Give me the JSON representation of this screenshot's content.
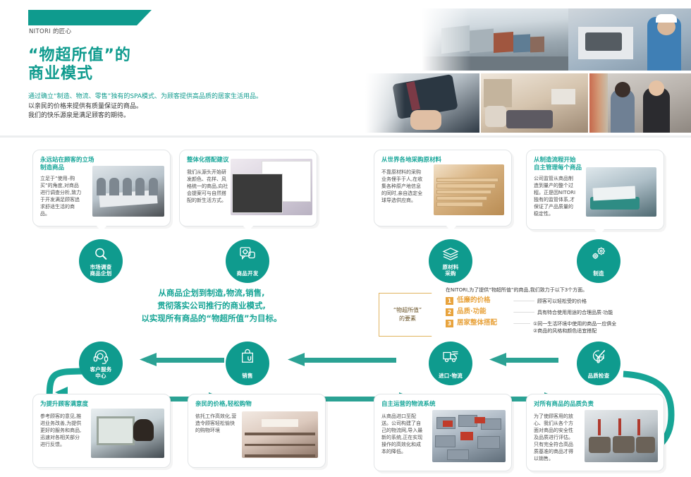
{
  "header": {
    "kicker": "NITORI 的匠心",
    "title_line1": "“物超所值”的",
    "title_line2": "商业模式",
    "lead_line1_em": "通过确立“制造、物流、零售”独有的SPA模式、为顾客提供高品质的居家生活用品。",
    "lead_line2": "以亲民的价格来提供有质量保证的商品。",
    "lead_line3": "我们的快乐源泉是满足顾客的期待。",
    "accent_color": "#0f9b8e",
    "photos": [
      {
        "name": "container-trucks-photo"
      },
      {
        "name": "factory-worker-photo"
      },
      {
        "name": "hands-assembly-photo"
      },
      {
        "name": "showroom-interior-photo"
      },
      {
        "name": "customer-service-photo"
      }
    ]
  },
  "center_message": {
    "line1": "从商品企划到制造,物流,销售,",
    "line2": "贯彻落实公司推行的商业模式,",
    "line3": "以实现所有商品的“物超所值”为目标。"
  },
  "nodes": [
    {
      "id": "market-research",
      "icon": "magnifier-icon",
      "label_line1": "市场调查",
      "label_line2": "商品企划"
    },
    {
      "id": "product-development",
      "icon": "gear-chat-icon",
      "label_line1": "商品开发",
      "label_line2": ""
    },
    {
      "id": "raw-material",
      "icon": "layers-icon",
      "label_line1": "原材料",
      "label_line2": "采购"
    },
    {
      "id": "manufacturing",
      "icon": "gears-icon",
      "label_line1": "制造",
      "label_line2": ""
    },
    {
      "id": "quality-check",
      "icon": "check-thumb-icon",
      "label_line1": "品质检查",
      "label_line2": ""
    },
    {
      "id": "import-logistics",
      "icon": "truck-icon",
      "label_line1": "进口·物流",
      "label_line2": ""
    },
    {
      "id": "sales",
      "icon": "shopping-bag-icon",
      "label_line1": "销售",
      "label_line2": ""
    },
    {
      "id": "customer-service",
      "icon": "headset-icon",
      "label_line1": "客户服务",
      "label_line2": "中心"
    }
  ],
  "cards_top": [
    {
      "id": "card-market-research",
      "title_line1": "永远站在顾客的立场",
      "title_line2": "制造商品",
      "body": "立足于“使用–购买”的角度,对商品进行调查分析,致力于开发满足顾客追求舒适生活的商品。",
      "photo": "meeting-room-photo"
    },
    {
      "id": "card-product-development",
      "title_line1": "整体化搭配建议",
      "title_line2": "",
      "body": "我们从源头开始研发颜色、花样、风格统一的商品,向社会提案可与自然搭配的新生活方式。",
      "photo": "catalog-layout-photo"
    },
    {
      "id": "card-raw-material",
      "title_line1": "从世界各地采购原材料",
      "title_line2": "",
      "body": "不靠原材料的采购业务俚手于人,在收集各种原产地信息的同时,亲自选定全球导选供应商。",
      "photo": "lumber-stack-photo"
    },
    {
      "id": "card-manufacturing",
      "title_line1": "从制造流程开始",
      "title_line2": "自主管理每个商品",
      "body": "公司监管从商品制造到量产的整个过程。正是因NITORI独有的监管体系,才保证了产品质量的稳定性。",
      "photo": "factory-line-photo"
    }
  ],
  "cards_bottom": [
    {
      "id": "card-customer-service",
      "title_line1": "为提升顾客满意度",
      "title_line2": "",
      "body": "参考顾客的意见,推进业务改善,为提供更好的服务和商品,迅速对各相关部分进行反馈。",
      "photo": "call-center-photo"
    },
    {
      "id": "card-sales",
      "title_line1": "亲民的价格,轻松购物",
      "title_line2": "",
      "body": "依托工作高效化,营造令顾客轻松愉快的购物环境",
      "photo": "nitori-store-photo"
    },
    {
      "id": "card-logistics",
      "title_line1": "自主运营的物流系统",
      "title_line2": "",
      "body": "从商品进口至配送。公司构建了自己的物流网,导入最新的系统,正在实现操作的高效化和成本的降低。",
      "photo": "warehouse-sorting-photo"
    },
    {
      "id": "card-quality",
      "title_line1": "对所有商品的品质负责",
      "title_line2": "",
      "body": "为了使顾客用的放心、我们从各个方面对商品的安全性及品质进行评估。只有完全符合高品质基准的商品才得以销售。",
      "photo": "sofa-testing-photo"
    }
  ],
  "value_callout": {
    "line1": "“物超所值”",
    "line2": "的要素",
    "border_color": "#e0b45e"
  },
  "value_list": {
    "heading": "在NITORI,为了提供“物超所值”的商品,我们致力于以下3个方面。",
    "accent_color": "#e8a33d",
    "items": [
      {
        "num": "1",
        "label": "低廉的价格",
        "dashes": "—————",
        "desc_line1": "顾客可以轻松受的价格",
        "desc_line2": ""
      },
      {
        "num": "2",
        "label": "品质·功能",
        "dashes": "—————",
        "desc_line1": "具有特合使用用途的合理品质·功能",
        "desc_line2": ""
      },
      {
        "num": "3",
        "label": "居家整体搭配",
        "dashes": "————",
        "desc_line1": "①同一生活环境中使用的商品一应俱全",
        "desc_line2": "②商品的风格和颜色适宜搭配"
      }
    ]
  }
}
